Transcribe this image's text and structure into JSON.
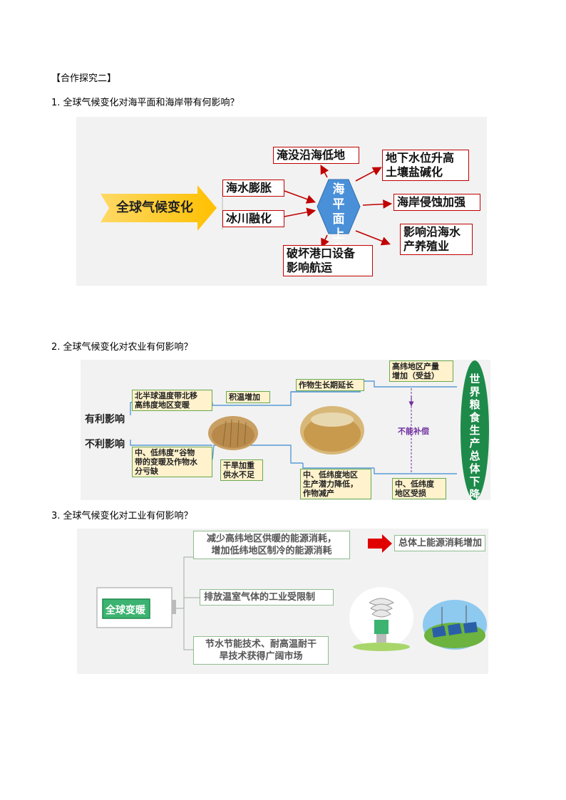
{
  "heading": "【合作探究二】",
  "q1": "1. 全球气候变化对海平面和海岸带有何影响？",
  "q2": "2. 全球气候变化对农业有何影响？",
  "q3": "3. 全球气候变化对工业有何影响？",
  "d1": {
    "source": "全球气候变化",
    "cause1": "海水膨胀",
    "cause2": "冰川融化",
    "center": "海平\n面上\n升",
    "effect_top_left": "淹没沿海低地",
    "effect_top_right": "地下水位升高\n土壤盐碱化",
    "effect_right": "海岸侵蚀加强",
    "effect_bottom_right": "影响沿海水\n产养殖业",
    "effect_bottom": "破坏港口设备\n影响航运",
    "colors": {
      "arrow": "#ffc000",
      "hex": "#4a90d9",
      "accent": "#c00000"
    }
  },
  "d2": {
    "fav": "有利影响",
    "unfav": "不利影响",
    "n1": "北半球温度带北移\n高纬度地区变暖",
    "n2": "积温增加",
    "n3": "作物生长期延长",
    "n4": "高纬地区产量\n增加（受益）",
    "u1": "中、低纬度“谷物\n带的变暖及作物水\n分亏缺",
    "u2": "干旱加重\n供水不足",
    "u3": "中、低纬度地区\n生产潜力降低，\n作物减产",
    "u4": "中、低纬度\n地区受损",
    "mid": "不能补偿",
    "result": "世界粮食生产总体下降"
  },
  "d3": {
    "center": "全球变暖",
    "b1": "减少高纬地区供暖的能源消耗，\n增加低纬地区制冷的能源消耗",
    "b1_result": "总体上能源消耗增加",
    "b2": "排放温室气体的工业受限制",
    "b3": "节水节能技术、耐高温耐干\n旱技术获得广阔市场",
    "icon1": "energy-saving-bulb-icon",
    "icon2": "solar-panel-icon"
  }
}
